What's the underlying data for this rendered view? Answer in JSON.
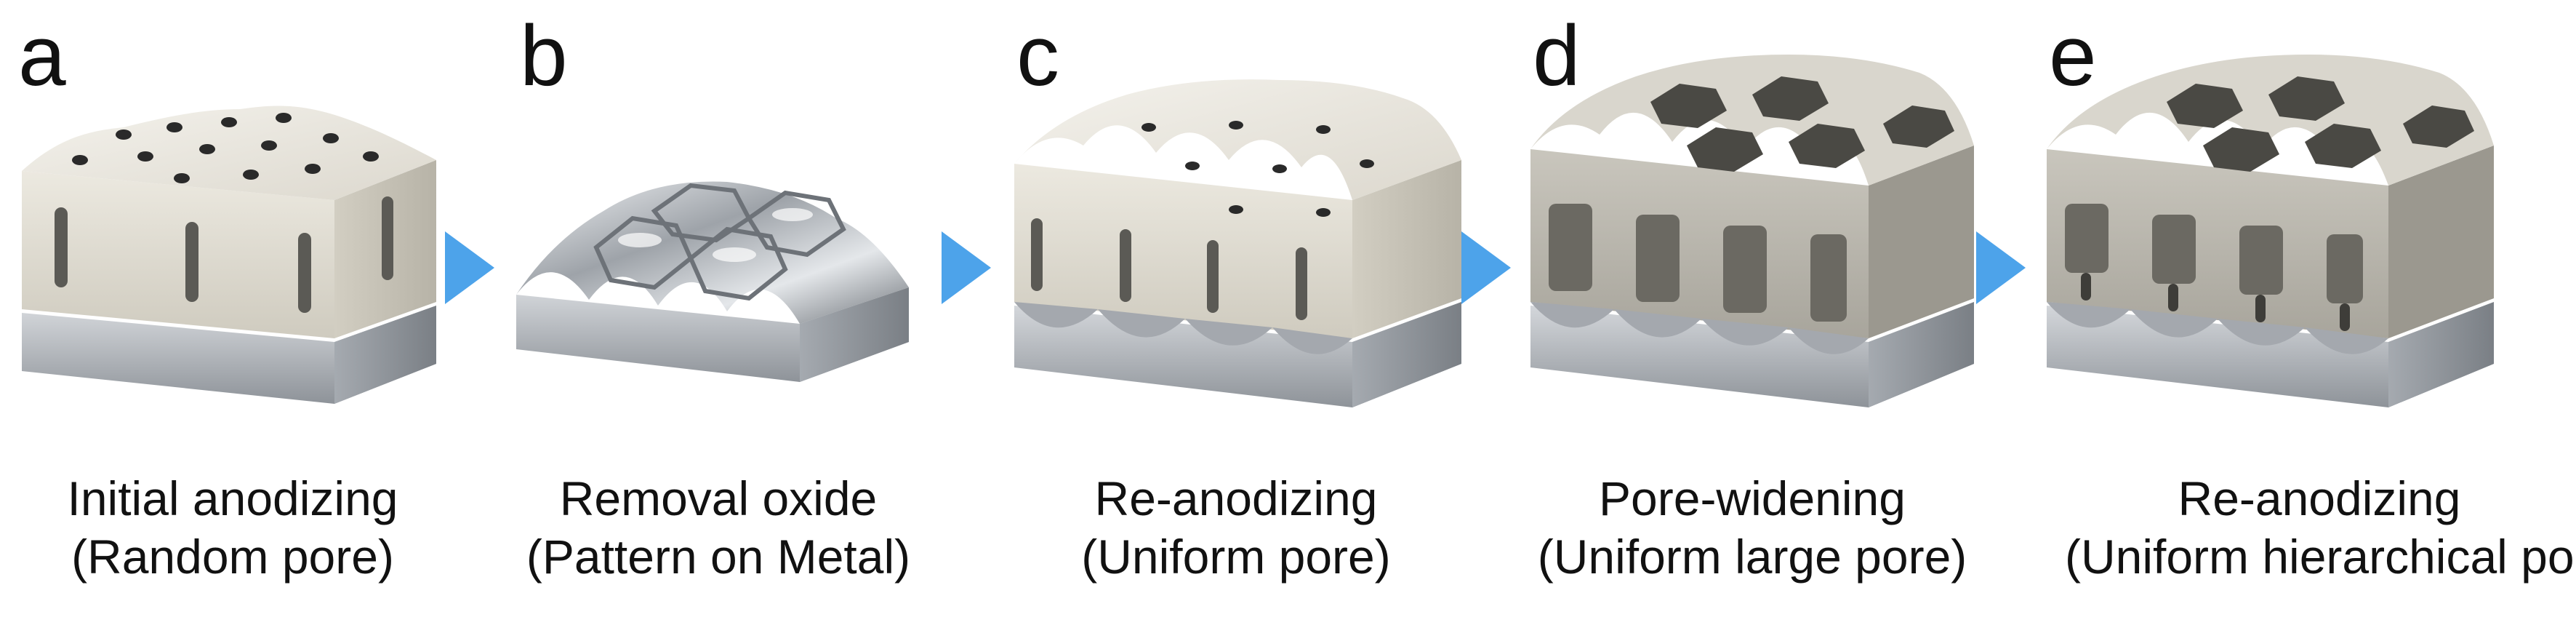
{
  "panels": [
    {
      "letter": "a",
      "line1": "Initial anodizing",
      "line2": "(Random pore)"
    },
    {
      "letter": "b",
      "line1": "Removal oxide",
      "line2": "(Pattern on Metal)"
    },
    {
      "letter": "c",
      "line1": "Re-anodizing",
      "line2": "(Uniform pore)"
    },
    {
      "letter": "d",
      "line1": "Pore-widening",
      "line2": "(Uniform large pore)"
    },
    {
      "letter": "e",
      "line1": "Re-anodizing",
      "line2": "(Uniform hierarchical pore)"
    }
  ],
  "colors": {
    "oxide": "#e3e0d6",
    "metal": "#b8bcc2",
    "arrow": "#4da3ea",
    "pore": "#2a2a2a"
  }
}
